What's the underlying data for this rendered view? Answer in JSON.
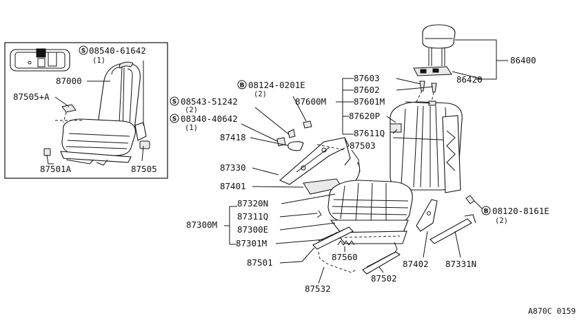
{
  "diagram": {
    "reference_code": "A870C 0159",
    "inset": {
      "labels": {
        "main": "87000",
        "left": "87505+A",
        "bottom_left": "87501A",
        "bottom_right": "87505",
        "screw_code": "08540-61642",
        "screw_qty": "(1)",
        "screw_symbol": "S"
      }
    },
    "labels": {
      "headrest": "86400",
      "headrest_guide": "86420",
      "l87603": "87603",
      "l87602": "87602",
      "l87600m": "87600M",
      "l87601m": "87601M",
      "l87620p": "87620P",
      "l87611q": "87611Q",
      "bolt_top_code": "08124-0201E",
      "bolt_top_qty": "(2)",
      "bolt_top_symbol": "B",
      "screw_a_code": "08543-51242",
      "screw_a_qty": "(2)",
      "screw_a_symbol": "S",
      "screw_b_code": "08340-40642",
      "screw_b_qty": "(1)",
      "screw_b_symbol": "S",
      "l87418": "87418",
      "l87503": "87503",
      "l87330": "87330",
      "l87401": "87401",
      "l87320n": "87320N",
      "l87311q": "87311Q",
      "l87300m": "87300M",
      "l87300e": "87300E",
      "l87301m": "87301M",
      "l87501": "87501",
      "l87560": "87560",
      "l87532": "87532",
      "l87502": "87502",
      "l87402": "87402",
      "l87331n": "87331N",
      "bolt_right_code": "08120-8161E",
      "bolt_right_qty": "(2)",
      "bolt_right_symbol": "B"
    }
  }
}
